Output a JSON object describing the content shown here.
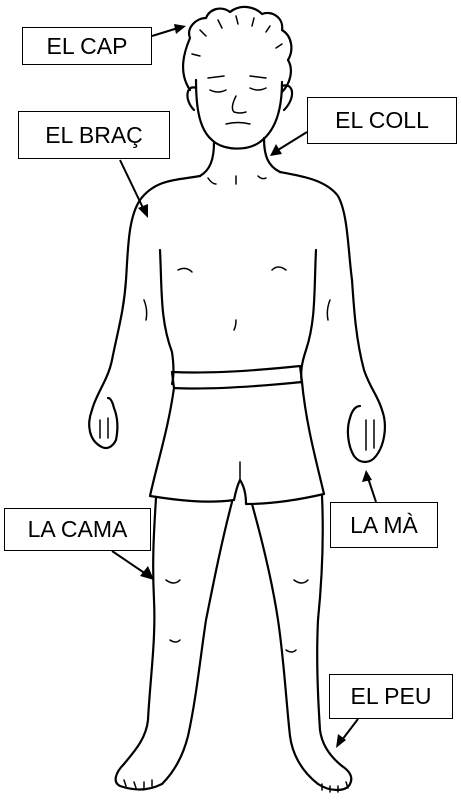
{
  "labels": {
    "cap": "EL CAP",
    "brac": "EL BRAÇ",
    "coll": "EL COLL",
    "cama": "LA CAMA",
    "ma": "LA MÀ",
    "peu": "EL PEU"
  },
  "colors": {
    "ink": "#000000",
    "background": "#ffffff"
  }
}
